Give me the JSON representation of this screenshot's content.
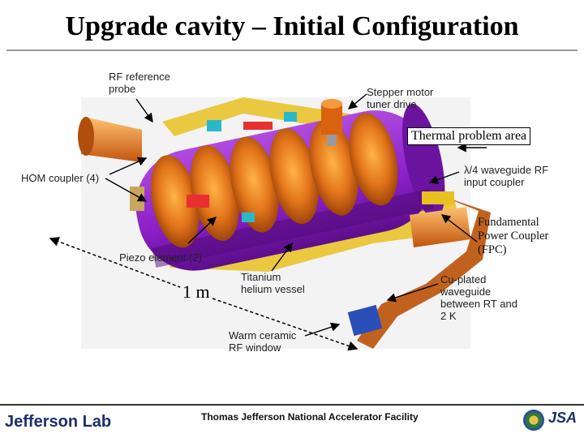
{
  "slide": {
    "title": "Upgrade cavity – Initial Configuration"
  },
  "labels": {
    "rf_probe": [
      "RF reference",
      "probe"
    ],
    "stepper": [
      "Stepper motor",
      "tuner drive"
    ],
    "thermal": "Thermal problem area",
    "waveguide_coupler": [
      "λ/4 waveguide RF",
      "input coupler"
    ],
    "hom": "HOM coupler (4)",
    "fpc": [
      "Fundamental",
      "Power Coupler",
      "(FPC)"
    ],
    "piezo": "Piezo element (2)",
    "titanium": [
      "Titanium",
      "helium vessel"
    ],
    "one_meter": "1 m",
    "cu_waveguide": [
      "Cu-plated",
      "waveguide",
      "between RT and",
      "2 K"
    ],
    "warm_window": [
      "Warm ceramic",
      "RF window"
    ]
  },
  "footer": {
    "lab_logo": "Jefferson Lab",
    "facility": "Thomas Jefferson National Accelerator Facility",
    "partner_logo": "JSA"
  },
  "colors": {
    "vessel": "#8a1fc6",
    "cavity": "#d9620f",
    "yellow_frame": "#e8c020",
    "cyan_parts": "#2ab8c9"
  }
}
